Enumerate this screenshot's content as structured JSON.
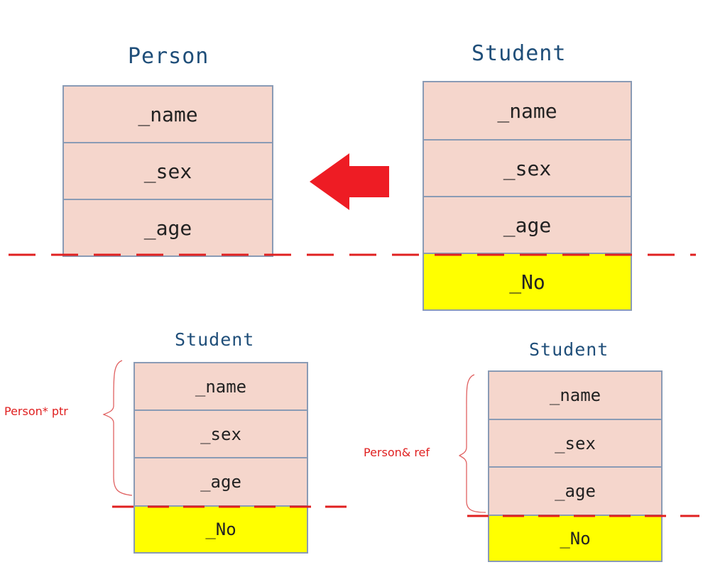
{
  "top_left": {
    "title": "Person",
    "fields": [
      "_name",
      "_sex",
      "_age"
    ]
  },
  "top_right": {
    "title": "Student",
    "fields": [
      "_name",
      "_sex",
      "_age"
    ],
    "extra_field": "_No"
  },
  "bottom_left": {
    "title": "Student",
    "fields": [
      "_name",
      "_sex",
      "_age"
    ],
    "extra_field": "_No",
    "pointer_label": "Person* ptr"
  },
  "bottom_right": {
    "title": "Student",
    "fields": [
      "_name",
      "_sex",
      "_age"
    ],
    "extra_field": "_No",
    "reference_label": "Person& ref"
  },
  "colors": {
    "base_fill": "#f5d6cc",
    "derived_fill": "#ffff00",
    "border": "#8a9bb5",
    "cut_line": "#e02020",
    "arrow": "#ee1c24",
    "title": "#1f4e79"
  }
}
